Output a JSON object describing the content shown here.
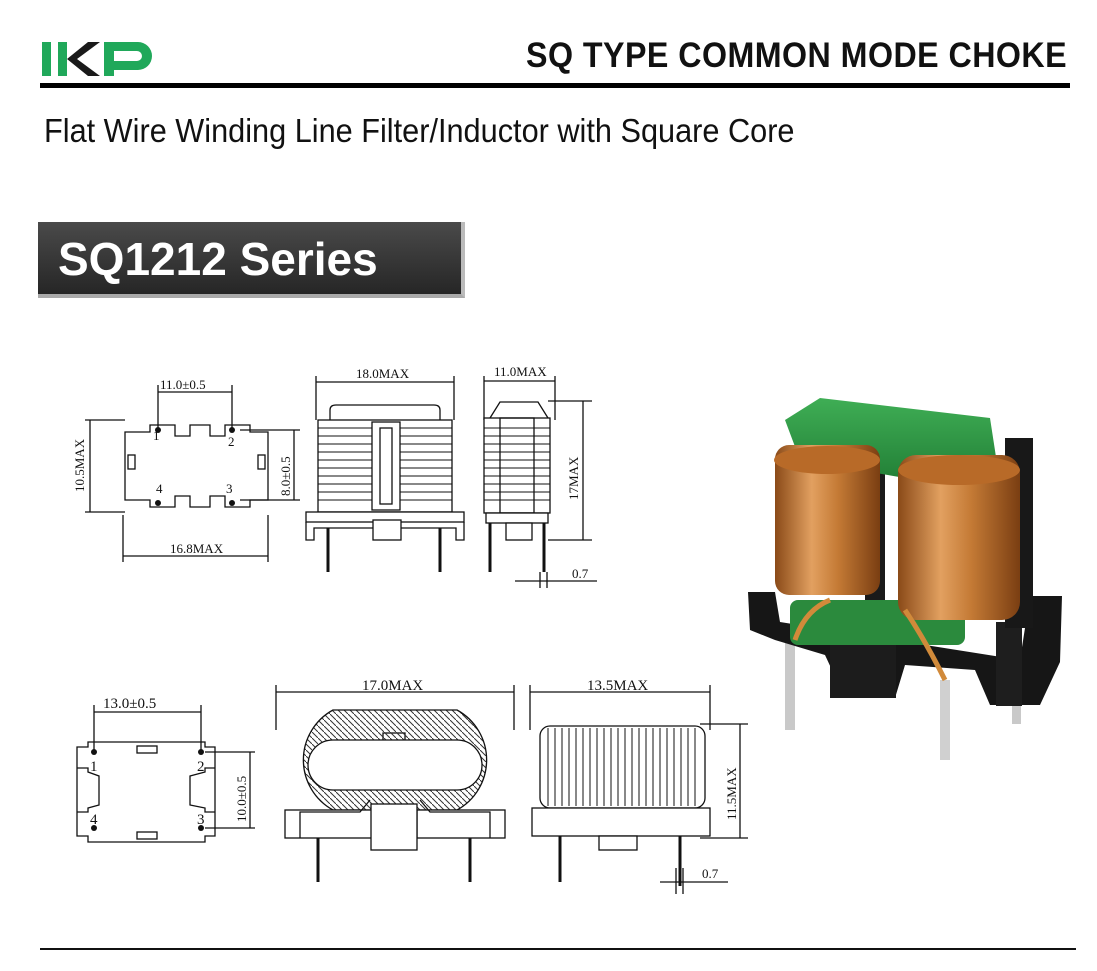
{
  "brand": {
    "logo_text": "IKP",
    "logo_green": "#20a85a",
    "logo_dark": "#1a1a1a"
  },
  "header": {
    "title": "SQ TYPE COMMON MODE CHOKE"
  },
  "subtitle": "Flat Wire Winding Line Filter/Inductor with Square Core",
  "series": {
    "label": "SQ1212 Series"
  },
  "drawing_top": {
    "footprint_pin_spacing": "11.0±0.5",
    "footprint_height": "10.5MAX",
    "footprint_row_spacing": "8.0±0.5",
    "footprint_width": "16.8MAX",
    "front_width": "18.0MAX",
    "side_width": "11.0MAX",
    "side_height": "17MAX",
    "pin_dia": "0.7",
    "pins": [
      "1",
      "2",
      "3",
      "4"
    ]
  },
  "drawing_bottom": {
    "footprint_pin_spacing": "13.0±0.5",
    "footprint_row_spacing": "10.0±0.5",
    "top_width": "17.0MAX",
    "side_width": "13.5MAX",
    "side_height": "11.5MAX",
    "pin_dia": "0.7",
    "pins": [
      "1",
      "2",
      "3",
      "4"
    ]
  },
  "photo": {
    "core_color": "#2e8b3e",
    "coil_color": "#c87a35",
    "base_color": "#161616"
  }
}
